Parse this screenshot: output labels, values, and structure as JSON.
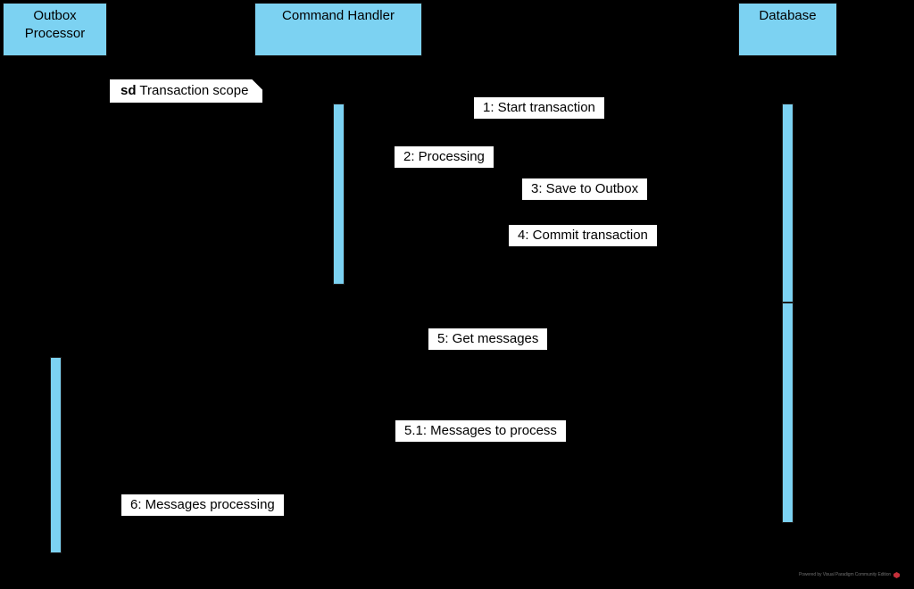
{
  "diagram": {
    "type": "uml-sequence-diagram",
    "background_color": "#000000",
    "accent_color": "#7CD2F2",
    "label_background": "#FFFFFF",
    "text_color": "#000000"
  },
  "frame": {
    "keyword": "sd",
    "name": "Transaction scope"
  },
  "lifelines": [
    {
      "id": "outbox-processor",
      "name": "Outbox\nProcessor"
    },
    {
      "id": "command-handler",
      "name": "Command Handler"
    },
    {
      "id": "database",
      "name": "Database"
    }
  ],
  "messages": [
    {
      "number": "1",
      "label": "1: Start transaction"
    },
    {
      "number": "2",
      "label": "2: Processing"
    },
    {
      "number": "3",
      "label": "3: Save to Outbox"
    },
    {
      "number": "4",
      "label": "4: Commit transaction"
    },
    {
      "number": "5",
      "label": "5: Get messages"
    },
    {
      "number": "5.1",
      "label": "5.1: Messages to process"
    },
    {
      "number": "6",
      "label": "6: Messages processing"
    }
  ],
  "watermark": {
    "text": "Powered by Visual Paradigm Community Edition"
  }
}
